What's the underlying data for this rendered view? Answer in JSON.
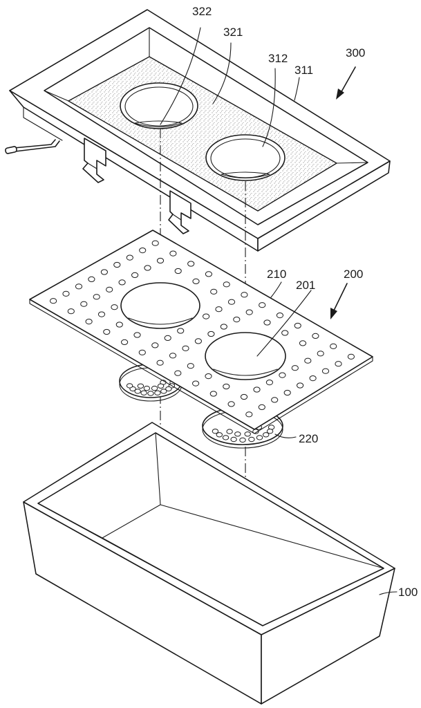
{
  "labels": {
    "l322": "322",
    "l321": "321",
    "l312": "312",
    "l311": "311",
    "l300": "300",
    "l210": "210",
    "l201": "201",
    "l200": "200",
    "l220": "220",
    "l100": "100"
  }
}
